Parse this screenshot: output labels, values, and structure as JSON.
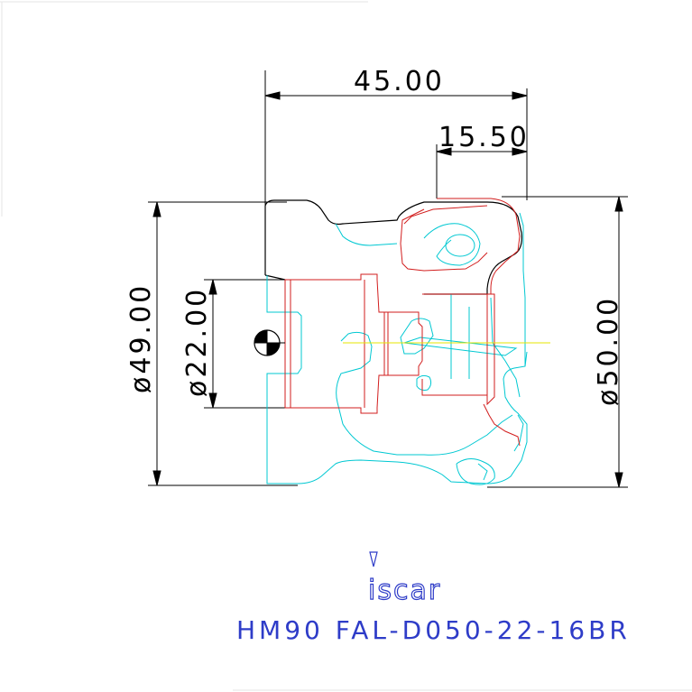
{
  "dimensions": {
    "overall_length": "45.00",
    "insert_offset": "15.50",
    "outer_diameter_left": "ø49.00",
    "bore_diameter": "ø22.00",
    "cutting_diameter": "ø50.00"
  },
  "logo_text": "iscar",
  "part_number": "HM90 FAL-D050-22-16BR",
  "colors": {
    "dimension": "#000000",
    "body": "#00c8d2",
    "insert": "#d21e1e",
    "centerline": "#e6e600",
    "brand": "#2e3cc8"
  }
}
